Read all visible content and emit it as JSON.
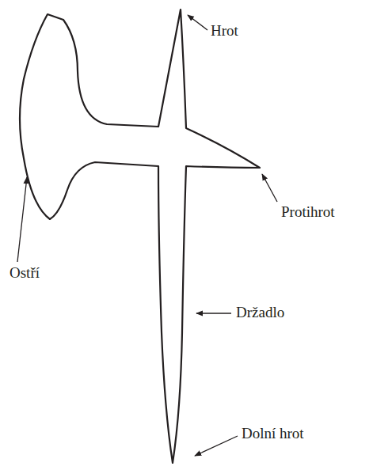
{
  "diagram": {
    "labels": [
      "Hrot",
      "Protihrot",
      "Ostří",
      "Držadlo",
      "Dolní hrot"
    ]
  }
}
